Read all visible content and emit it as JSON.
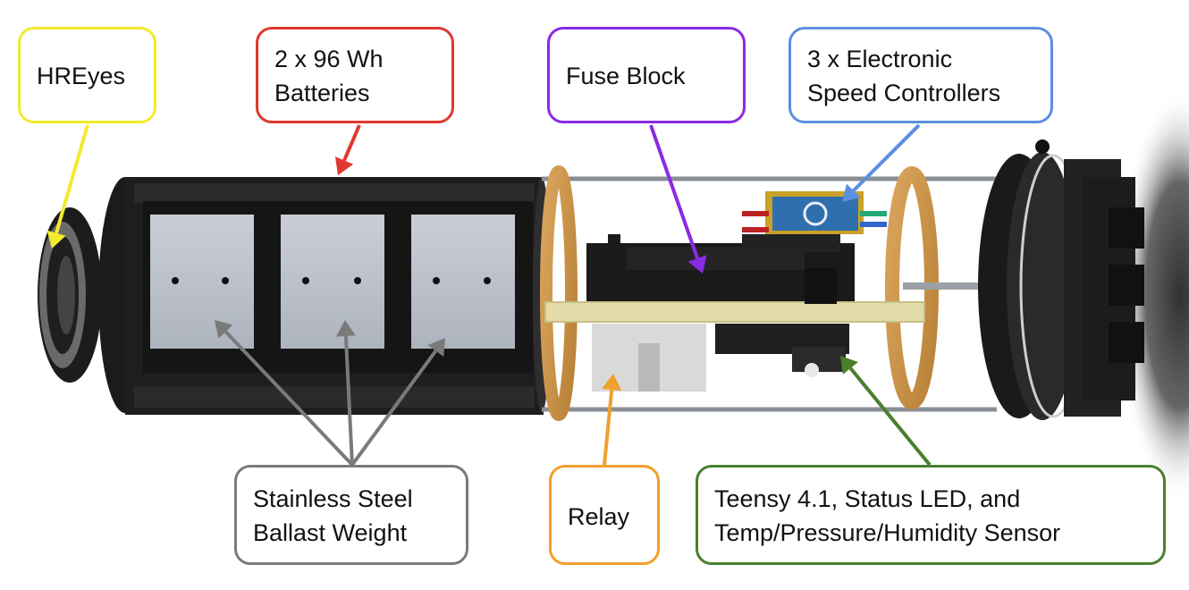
{
  "colors": {
    "hreyes": "#f2ea2e",
    "batteries": "#e0382e",
    "fuse_block": "#8a2be2",
    "esc": "#5b8fe0",
    "ballast": "#7a7a7a",
    "relay": "#f0a02c",
    "teensy": "#4a7f2e"
  },
  "labels": {
    "hreyes": {
      "line1": "HREyes"
    },
    "batteries": {
      "line1": "2 x 96 Wh",
      "line2": "Batteries"
    },
    "fuse_block": {
      "line1": "Fuse Block"
    },
    "esc": {
      "line1": "3 x Electronic",
      "line2": "Speed Controllers"
    },
    "ballast": {
      "line1": "Stainless Steel",
      "line2": "Ballast Weight"
    },
    "relay": {
      "line1": "Relay"
    },
    "teensy": {
      "line1": "Teensy 4.1, Status LED, and",
      "line2": "Temp/Pressure/Humidity Sensor"
    }
  }
}
